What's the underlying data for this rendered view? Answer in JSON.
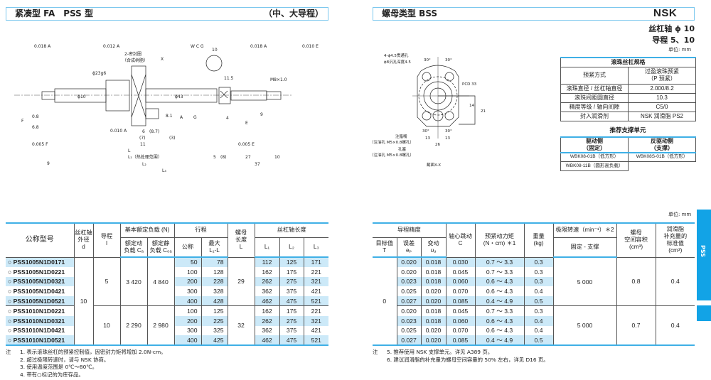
{
  "header_left": {
    "title": "紧凑型 FA　PSS 型",
    "subtitle": "（中、大导程）"
  },
  "header_right": {
    "title": "螺母类型 BSS",
    "brand": "NSK"
  },
  "spec_heading": {
    "shaft": "丝杠轴 ϕ 10",
    "lead": "导程 5、10"
  },
  "unit": "单位: mm",
  "spec_table": {
    "title": "滚珠丝杠规格",
    "rows": [
      {
        "k": "预紧方式",
        "v": "过盈滚珠预紧\n（P 预紧）"
      },
      {
        "k": "滚珠直径 / 丝杠轴直径",
        "v": "2.000/8.2"
      },
      {
        "k": "滚珠间距圆直径",
        "v": "10.3"
      },
      {
        "k": "精度等级 / 轴向间隙",
        "v": "C5/0"
      },
      {
        "k": "封入润滑剂",
        "v": "NSK 润滑脂 PS2"
      }
    ]
  },
  "support": {
    "title": "推荐支撑单元",
    "drive": "驱动侧\n（固定）",
    "driven": "反驱动侧\n（支撑）",
    "drive_items": [
      "WBK08-01B（低方形）",
      "WBK08-11B（圆形高负载）"
    ],
    "driven_items": [
      "WBK08S-01B（低方形）"
    ]
  },
  "drawing_left": {
    "labels": [
      "0.018 A",
      "0.012 A",
      "W  C  G",
      "0.018 A",
      "0.010 E",
      "2-密封圈",
      "（合成树脂）",
      "ϕ10",
      "ϕ43",
      "ϕ23g6",
      "M8×1.0",
      "10",
      "11.5",
      "0.8",
      "6.8",
      "0.010 A",
      "0.005 F",
      "0.005 E",
      "6",
      "(8.7)",
      "(7)",
      "11",
      "L",
      "L₁（热处理范围）",
      "L₂",
      "L₃",
      "9",
      "5",
      "(8)",
      "27",
      "10",
      "37",
      "4",
      "9",
      "A",
      "G",
      "E",
      "F",
      "X",
      "(3)",
      "8.1"
    ]
  },
  "drawing_right": {
    "labels": [
      "4-ϕ4.5贯通孔",
      "ϕ8沉孔深度4.5",
      "30°",
      "30°",
      "PCD 33",
      "14",
      "21",
      "30°",
      "30°",
      "13",
      "13",
      "26",
      "注脂嘴",
      "（注油孔 M5×0.8螺孔）",
      "孔塞",
      "（注油孔 M5×0.8螺孔）",
      "截面X-X"
    ]
  },
  "left_table": {
    "headers": {
      "model": "公称型号",
      "d": "丝杠轴\n外径\nd",
      "lead": "导程\nl",
      "load": "基本额定负载 (N)",
      "ca": "额定动\n负载 Cₐ",
      "c0a": "额定静\n负载 C₀ₐ",
      "stroke": "行程",
      "nominal": "公称",
      "max": "最大\nL₁-L",
      "nut": "螺母\n长度\nL",
      "shaft_len": "丝杠轴长度",
      "l1": "L₁",
      "l2": "L₂",
      "l3": "L₃"
    },
    "d": "10",
    "groups": [
      {
        "lead": "5",
        "ca": "3 420",
        "c0a": "4 840",
        "nut": "29"
      },
      {
        "lead": "10",
        "ca": "2 290",
        "c0a": "2 980",
        "nut": "32"
      }
    ],
    "rows": [
      {
        "model": "○ PSS1005N1D0171",
        "stroke": "50",
        "max": "78",
        "l1": "112",
        "l2": "125",
        "l3": "171"
      },
      {
        "model": "○ PSS1005N1D0221",
        "stroke": "100",
        "max": "128",
        "l1": "162",
        "l2": "175",
        "l3": "221"
      },
      {
        "model": "○ PSS1005N1D0321",
        "stroke": "200",
        "max": "228",
        "l1": "262",
        "l2": "275",
        "l3": "321"
      },
      {
        "model": "○ PSS1005N1D0421",
        "stroke": "300",
        "max": "328",
        "l1": "362",
        "l2": "375",
        "l3": "421"
      },
      {
        "model": "○ PSS1005N1D0521",
        "stroke": "400",
        "max": "428",
        "l1": "462",
        "l2": "475",
        "l3": "521"
      },
      {
        "model": "○ PSS1010N1D0221",
        "stroke": "100",
        "max": "125",
        "l1": "162",
        "l2": "175",
        "l3": "221"
      },
      {
        "model": "○ PSS1010N1D0321",
        "stroke": "200",
        "max": "225",
        "l1": "262",
        "l2": "275",
        "l3": "321"
      },
      {
        "model": "○ PSS1010N1D0421",
        "stroke": "300",
        "max": "325",
        "l1": "362",
        "l2": "375",
        "l3": "421"
      },
      {
        "model": "○ PSS1010N1D0521",
        "stroke": "400",
        "max": "425",
        "l1": "462",
        "l2": "475",
        "l3": "521"
      }
    ]
  },
  "right_table": {
    "headers": {
      "accuracy": "导程精度",
      "target": "目标值\nT",
      "ep": "误差\neₚ",
      "va": "变动\nυᵤ",
      "c": "轴心跳动\nC",
      "torque": "预紧动力矩\n(N・cm) ＊1",
      "weight": "重量\n(kg)",
      "speed": "极限转速（min⁻¹）＊2",
      "speed_sub": "固定 - 支撑",
      "volume": "螺母\n空间容积\n(cm³)",
      "grease": "润滑脂\n补充量的\n标准值\n(cm³)"
    },
    "target": "0",
    "groups": [
      {
        "speed": "5 000",
        "volume": "0.8",
        "grease": "0.4"
      },
      {
        "speed": "5 000",
        "volume": "0.7",
        "grease": "0.4"
      }
    ],
    "rows": [
      {
        "ep": "0.020",
        "va": "0.018",
        "c": "0.030",
        "torque": "0.7 ～ 3.3",
        "weight": "0.3"
      },
      {
        "ep": "0.020",
        "va": "0.018",
        "c": "0.045",
        "torque": "0.7 ～ 3.3",
        "weight": "0.3"
      },
      {
        "ep": "0.023",
        "va": "0.018",
        "c": "0.060",
        "torque": "0.6 ～ 4.3",
        "weight": "0.3"
      },
      {
        "ep": "0.025",
        "va": "0.020",
        "c": "0.070",
        "torque": "0.6 ～ 4.3",
        "weight": "0.4"
      },
      {
        "ep": "0.027",
        "va": "0.020",
        "c": "0.085",
        "torque": "0.4 ～ 4.9",
        "weight": "0.5"
      },
      {
        "ep": "0.020",
        "va": "0.018",
        "c": "0.045",
        "torque": "0.7 ～ 3.3",
        "weight": "0.3"
      },
      {
        "ep": "0.023",
        "va": "0.018",
        "c": "0.060",
        "torque": "0.6 ～ 4.3",
        "weight": "0.4"
      },
      {
        "ep": "0.025",
        "va": "0.020",
        "c": "0.070",
        "torque": "0.6 ～ 4.3",
        "weight": "0.4"
      },
      {
        "ep": "0.027",
        "va": "0.020",
        "c": "0.085",
        "torque": "0.4 ～ 4.9",
        "weight": "0.5"
      }
    ]
  },
  "notes_left": {
    "label": "注",
    "items": [
      "1. 表示滚珠丝杠的预紧控制值，因密封力矩将增加 2.0N-cm。",
      "2. 超过极限转速时，请与 NSK 协商。",
      "3. 使用温度范围是 0℃～80℃。",
      "4. 带有○标记的为库存品。"
    ]
  },
  "notes_right": {
    "label": "注",
    "items": [
      "5. 推荐使用 NSK 支撑单元。详见 A389 页。",
      "6. 建议润滑脂的补充量为螺母空间容量的 50% 左右，详见 D16 页。"
    ]
  },
  "side_tab": "PSS",
  "colors": {
    "accent": "#3fb0e6",
    "shade": "#cce9f8",
    "tab": "#12a3e6"
  }
}
